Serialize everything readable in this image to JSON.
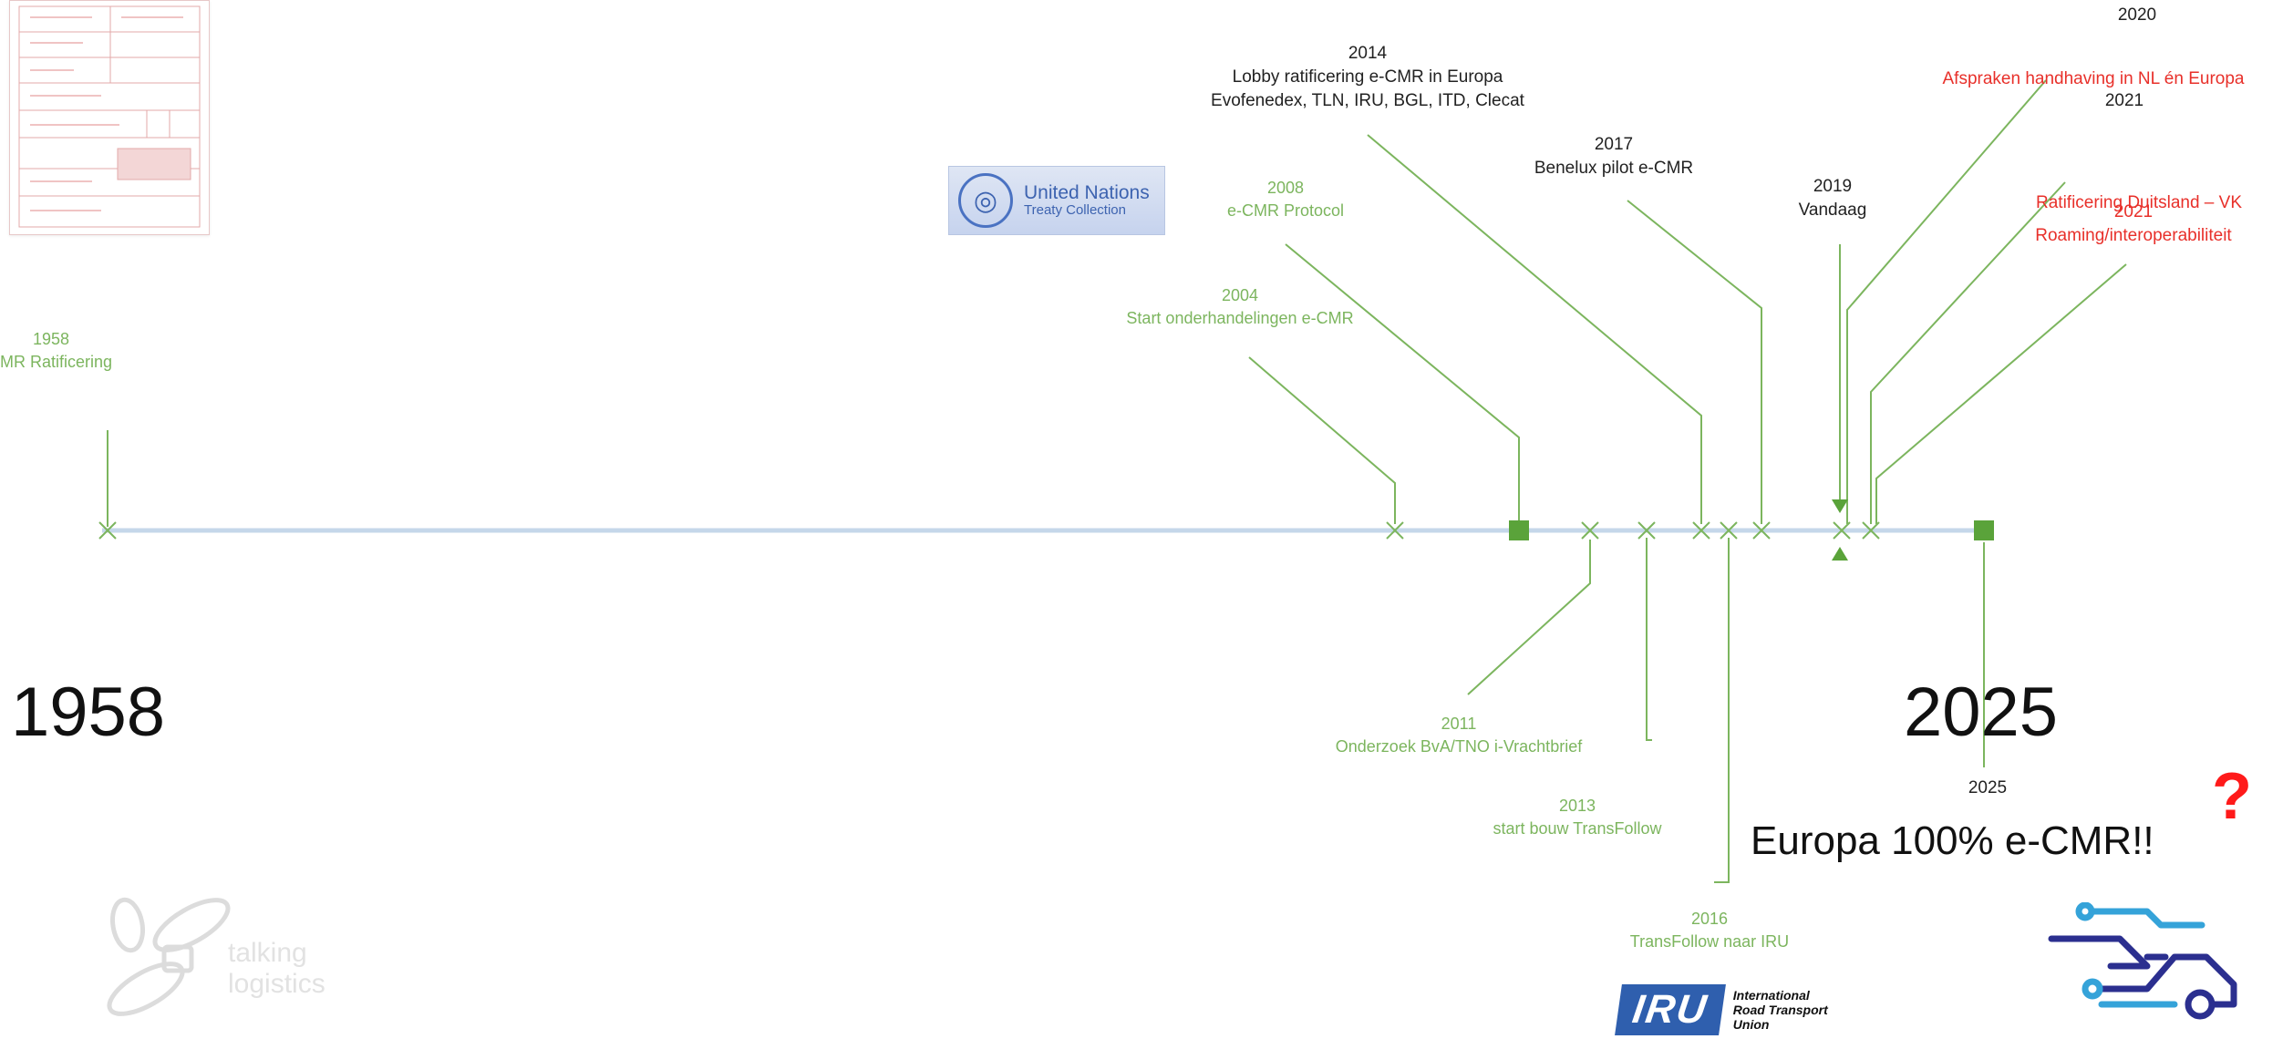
{
  "years": {
    "start": "1958",
    "end": "2025"
  },
  "headline": {
    "text": "Europa 100% e-CMR!!",
    "question_mark": "?"
  },
  "events": [
    {
      "id": "cmr-1958",
      "year": "1958",
      "text": "MR Ratificering",
      "color": "green"
    },
    {
      "id": "start-2004",
      "year": "2004",
      "text": "Start onderhandelingen e-CMR",
      "color": "green"
    },
    {
      "id": "protocol-2008",
      "year": "2008",
      "text": "e-CMR Protocol",
      "color": "green"
    },
    {
      "id": "lobby-2014",
      "year": "2014",
      "lines": [
        "Lobby ratificering e-CMR in Europa",
        "Evofenedex, TLN, IRU, BGL, ITD, Clecat"
      ],
      "color": "black"
    },
    {
      "id": "pilot-2017",
      "year": "2017",
      "text": "Benelux pilot e-CMR",
      "color": "black"
    },
    {
      "id": "today-2019",
      "year": "2019",
      "text": "Vandaag",
      "color": "black"
    },
    {
      "id": "enforce-2020",
      "year": "2020",
      "text": "Afspraken handhaving in NL én Europa",
      "color": "red"
    },
    {
      "id": "ratify-2021",
      "year": "2021",
      "text": "Ratificering Duitsland – VK",
      "color": "red"
    },
    {
      "id": "roaming-2021",
      "year": "2021",
      "text": "Roaming/interoperabiliteit",
      "color": "red"
    },
    {
      "id": "research-2011",
      "year": "2011",
      "text": "Onderzoek BvA/TNO i-Vrachtbrief",
      "color": "green"
    },
    {
      "id": "build-2013",
      "year": "2013",
      "text": "start bouw TransFollow",
      "color": "green"
    },
    {
      "id": "iru-2016",
      "year": "2016",
      "text": "TransFollow naar IRU",
      "color": "green"
    },
    {
      "id": "goal-2025",
      "year": "2025",
      "color": "black"
    }
  ],
  "logos": {
    "un": {
      "line1": "United Nations",
      "line2": "Treaty Collection"
    },
    "talking_logistics": {
      "line1": "talking",
      "line2": "logistics"
    },
    "iru": {
      "mark": "IRU",
      "name": [
        "International",
        "Road Transport",
        "Union"
      ]
    }
  },
  "colors": {
    "axis": "#c5d7ea",
    "green": "#7cb55e",
    "marker": "#5aa33a",
    "red": "#e8302a",
    "accent_blue": "#2f5fae"
  }
}
